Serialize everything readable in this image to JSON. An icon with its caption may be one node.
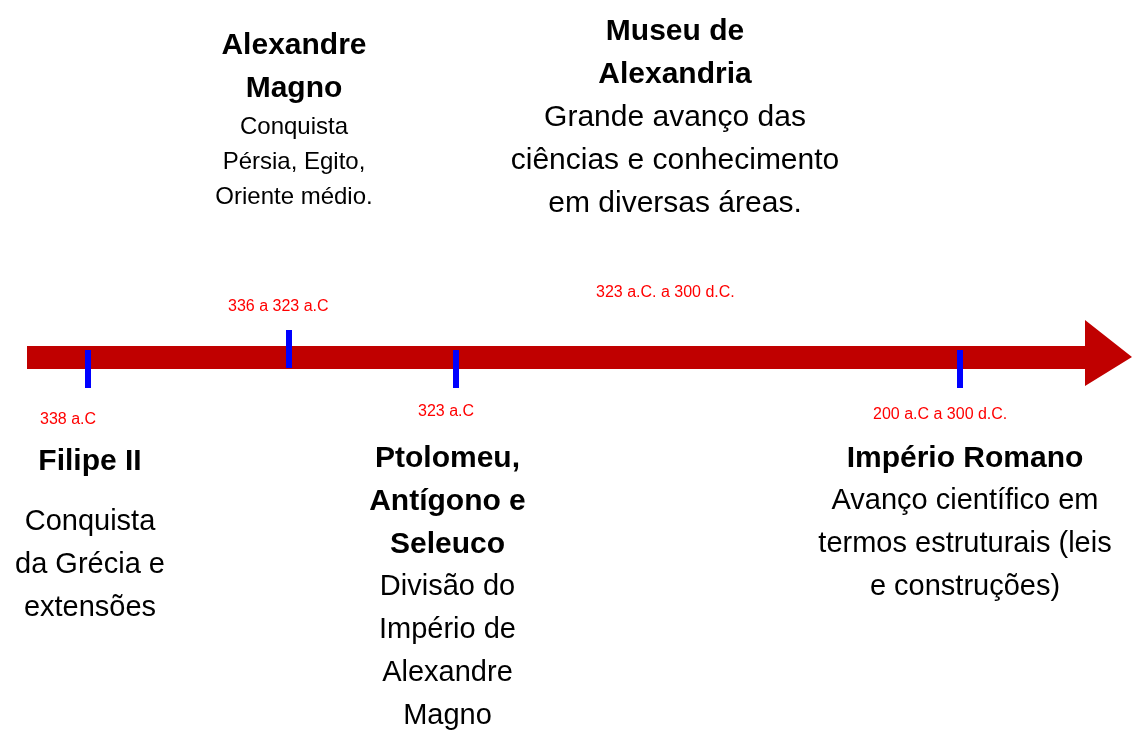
{
  "diagram": {
    "nodes": [
      {
        "text": [
          "Filipe II",
          "Conquista da Grécia e extensões"
        ],
        "beside": [
          "338 a.C"
        ]
      },
      {
        "text": [
          "Alexandre Magno",
          "Conquista Pérsia, Egito, Oriente médio."
        ]
      },
      {
        "text": [
          "Museu de Alexandria",
          "Grande avanço das ciências e conhecimento em diversas áreas."
        ]
      },
      {
        "text": [
          "Ptolomeu, Antígono e Seleuco",
          "Divisão do Império de Alexandre Magno"
        ],
        "beside": [
          "323 a.C"
        ]
      },
      {
        "text": [
          "Império Romano",
          "Avanço científico em termos estruturais (leis e construções)"
        ],
        "beside": [
          "200 a.C a 300 d.C."
        ]
      }
    ],
    "edges": [],
    "labels": [
      "336 a 323 a.C",
      "323 a.C. a 300 d.C."
    ]
  }
}
